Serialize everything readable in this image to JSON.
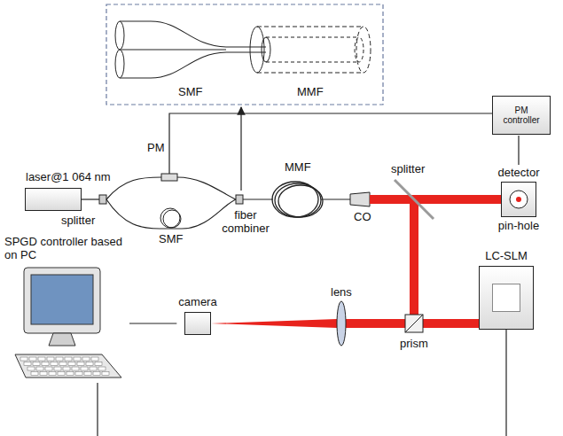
{
  "diagram": {
    "nodes": [
      {
        "text": [
          "laser@1 064 nm"
        ]
      },
      {
        "text": [
          "PM controller"
        ]
      },
      {
        "text": [
          "detector",
          "pin-hole"
        ]
      },
      {
        "text": [
          "SPGD controller based on PC"
        ]
      },
      {
        "text": [
          "camera"
        ]
      },
      {
        "text": [
          "LC-SLM"
        ]
      }
    ],
    "edges": [
      {
        "from": 1,
        "to": 2,
        "arrow": "none"
      },
      {
        "from": 3,
        "to": 4,
        "arrow": "none"
      }
    ],
    "labels": [
      "SMF",
      "MMF",
      "PM",
      "splitter",
      "SMF",
      "fiber combiner",
      "MMF",
      "CO",
      "splitter",
      "lens",
      "prism"
    ]
  }
}
